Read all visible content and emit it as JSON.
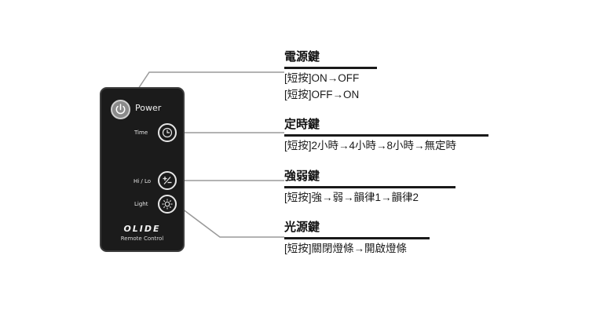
{
  "remote": {
    "power_label": "Power",
    "time_label": "Time",
    "hilo_label": "Hi / Lo",
    "light_label": "Light",
    "brand": "OLIDE",
    "brand_sub": "Remote Control"
  },
  "callouts": [
    {
      "title": "電源鍵",
      "lines": [
        "[短按]ON→OFF",
        "[短按]OFF→ON"
      ]
    },
    {
      "title": "定時鍵",
      "lines": [
        "[短按]2小時→4小時→8小時→無定時"
      ]
    },
    {
      "title": "強弱鍵",
      "lines": [
        "[短按]強→弱→韻律1→韻律2"
      ]
    },
    {
      "title": "光源鍵",
      "lines": [
        "[短按]關閉燈條→開啟燈條"
      ]
    }
  ],
  "colors": {
    "remote_body": "#1b1b1b",
    "leader_line": "#9a9a9a",
    "text": "#1a1a1a"
  },
  "icons": [
    "power-icon",
    "clock-icon",
    "plus-minus-icon",
    "sun-icon"
  ]
}
